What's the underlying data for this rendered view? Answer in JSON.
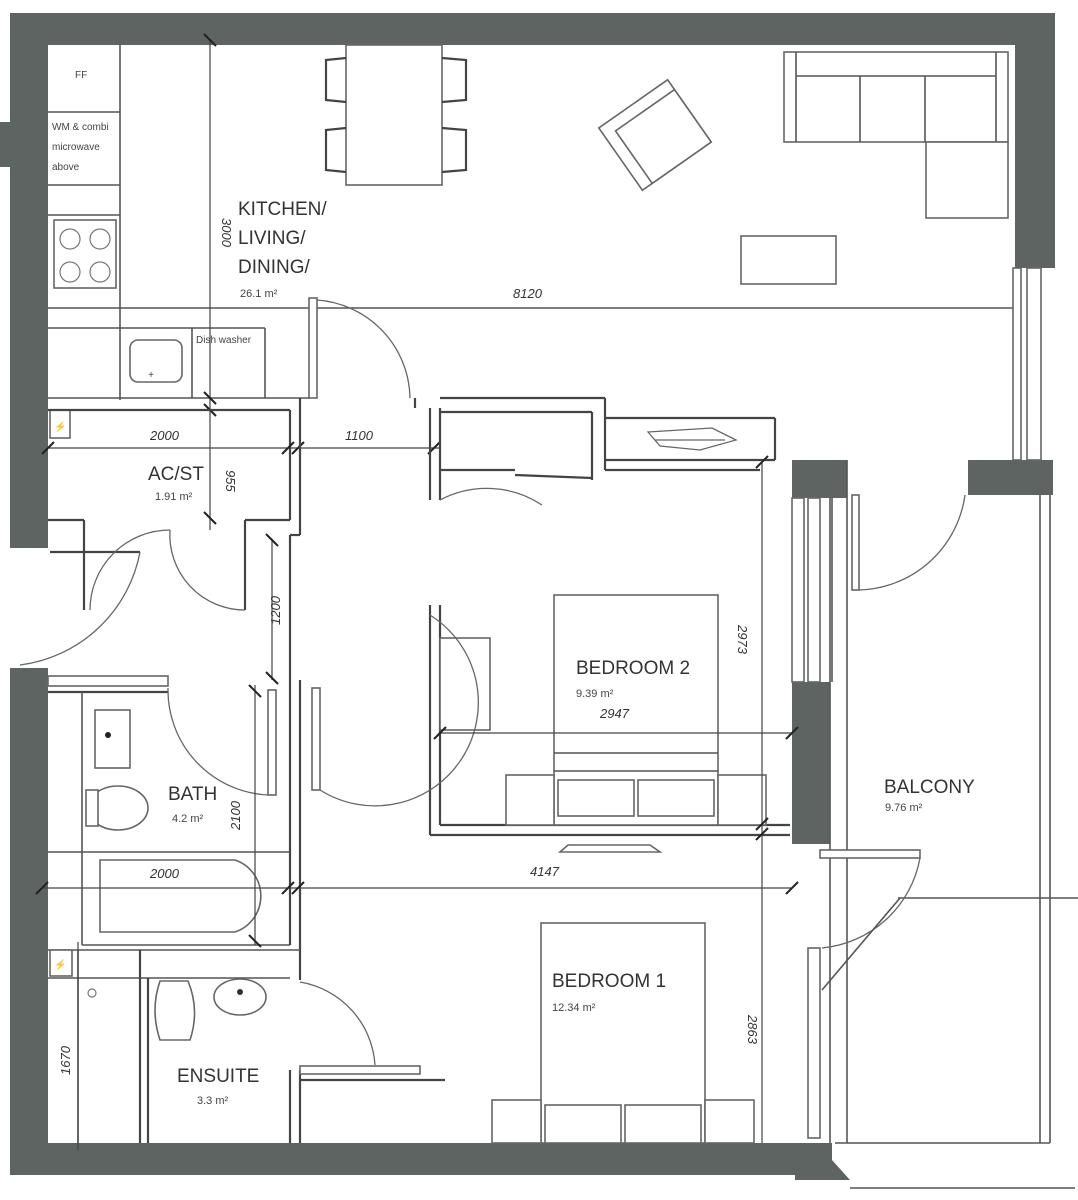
{
  "rooms": {
    "kitchen": {
      "line1": "KITCHEN/",
      "line2": "LIVING/",
      "line3": "DINING/",
      "area": "26.1 m²"
    },
    "acst": {
      "name": "AC/ST",
      "area": "1.91 m²"
    },
    "bedroom2": {
      "name": "BEDROOM 2",
      "area": "9.39 m²"
    },
    "bath": {
      "name": "BATH",
      "area": "4.2 m²"
    },
    "bedroom1": {
      "name": "BEDROOM 1",
      "area": "12.34 m²"
    },
    "ensuite": {
      "name": "ENSUITE",
      "area": "3.3 m²"
    },
    "balcony": {
      "name": "BALCONY",
      "area": "9.76 m²"
    }
  },
  "fixtures": {
    "fridge": "FF",
    "wm_line1": "WM & combi",
    "wm_line2": "microwave",
    "wm_line3": "above",
    "dishwasher": "Dish washer"
  },
  "dimensions": {
    "kitchen_depth": "3000",
    "kitchen_width": "8120",
    "acst_width": "2000",
    "hall_width": "1100",
    "acst_depth": "955",
    "hall_depth": "1200",
    "bedroom2_width": "2947",
    "bedroom2_depth": "2973",
    "bath_depth": "2100",
    "bath_width": "2000",
    "bedroom1_width": "4147",
    "bedroom1_depth": "2863",
    "ensuite_depth": "1670"
  },
  "colors": {
    "wall": "#5d6462",
    "line": "#555555",
    "background": "#ffffff"
  }
}
